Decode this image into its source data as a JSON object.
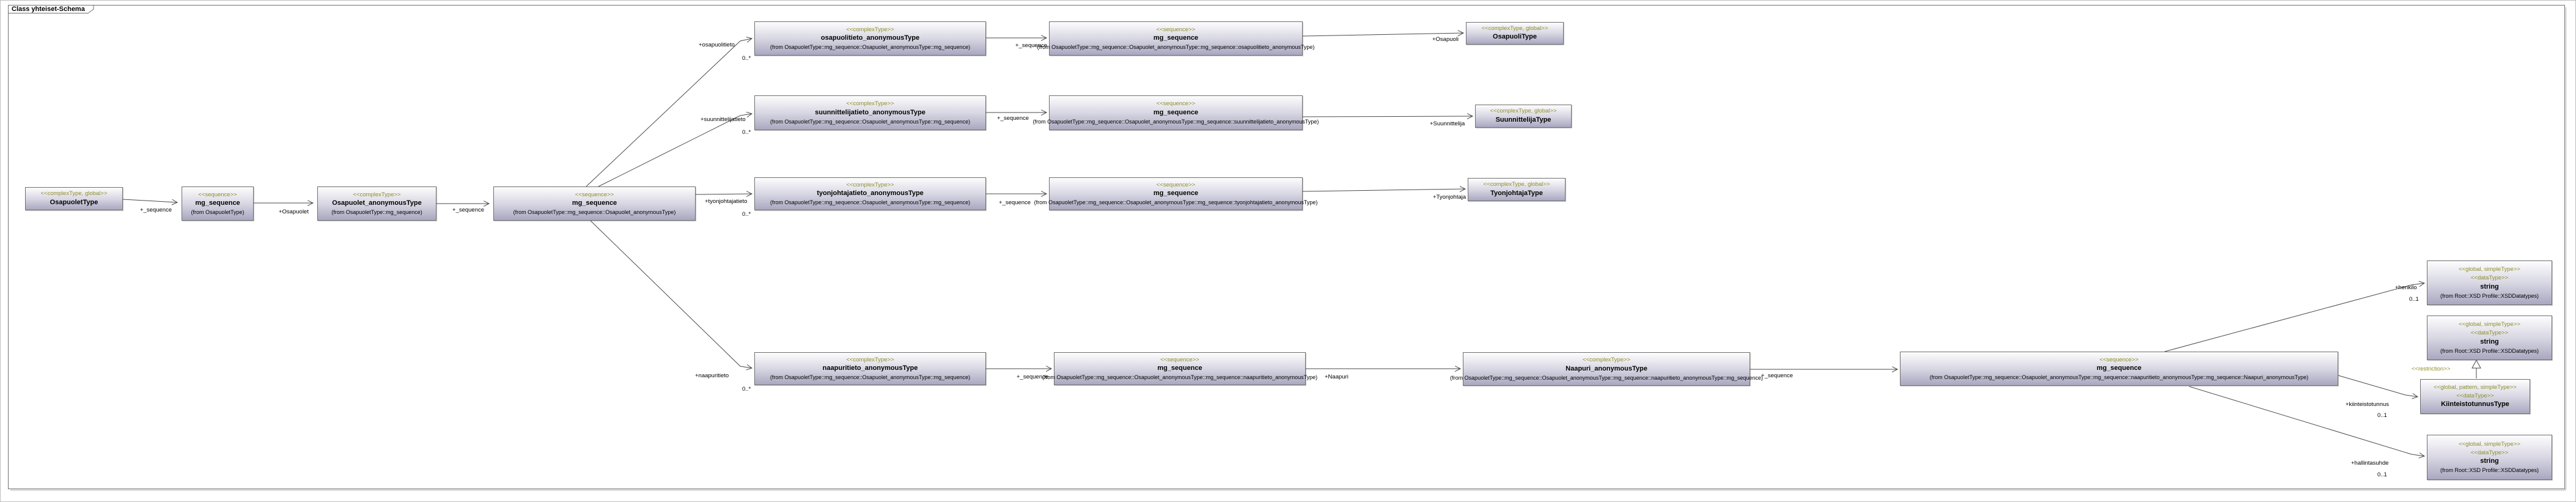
{
  "frame": {
    "title": "Class yhteiset-Schema"
  },
  "colors": {
    "stereotype_text": "#8f8f2a",
    "node_border": "#6e6e6e",
    "node_fill_top": "#fdfdfe",
    "node_fill_bottom": "#a9a7c0",
    "edge_line": "#4a4a4a",
    "frame_border": "#707070"
  },
  "nodes": {
    "osapuoletType": {
      "stereotype": "<<complexType, global>>",
      "name": "OsapuoletType"
    },
    "mgseq1": {
      "stereotype": "<<sequence>>",
      "name": "mg_sequence",
      "from": "(from OsapuoletType)"
    },
    "osapuoletAnon": {
      "stereotype": "<<complexType>>",
      "name": "Osapuolet_anonymousType",
      "from": "(from OsapuoletType::mg_sequence)"
    },
    "mgseq2": {
      "stereotype": "<<sequence>>",
      "name": "mg_sequence",
      "from": "(from OsapuoletType::mg_sequence::Osapuolet_anonymousType)"
    },
    "osapuolitietoAnon": {
      "stereotype": "<<complexType>>",
      "name": "osapuolitieto_anonymousType",
      "from": "(from OsapuoletType::mg_sequence::Osapuolet_anonymousType::mg_sequence)"
    },
    "mgseqOsapuolitieto": {
      "stereotype": "<<sequence>>",
      "name": "mg_sequence",
      "from": "(from OsapuoletType::mg_sequence::Osapuolet_anonymousType::mg_sequence::osapuolitieto_anonymousType)"
    },
    "osapuoliType": {
      "stereotype": "<<complexType, global>>",
      "name": "OsapuoliType"
    },
    "suunnittelijatietoAnon": {
      "stereotype": "<<complexType>>",
      "name": "suunnittelijatieto_anonymousType",
      "from": "(from OsapuoletType::mg_sequence::Osapuolet_anonymousType::mg_sequence)"
    },
    "mgseqSuunnittelijatieto": {
      "stereotype": "<<sequence>>",
      "name": "mg_sequence",
      "from": "(from OsapuoletType::mg_sequence::Osapuolet_anonymousType::mg_sequence::suunnittelijatieto_anonymousType)"
    },
    "suunnittelijaType": {
      "stereotype": "<<complexType, global>>",
      "name": "SuunnittelijaType"
    },
    "tyonjohtajatietoAnon": {
      "stereotype": "<<complexType>>",
      "name": "tyonjohtajatieto_anonymousType",
      "from": "(from OsapuoletType::mg_sequence::Osapuolet_anonymousType::mg_sequence)"
    },
    "mgseqTyonjohtajatieto": {
      "stereotype": "<<sequence>>",
      "name": "mg_sequence",
      "from": "(from OsapuoletType::mg_sequence::Osapuolet_anonymousType::mg_sequence::tyonjohtajatieto_anonymousType)"
    },
    "tyonjohtajaType": {
      "stereotype": "<<complexType, global>>",
      "name": "TyonjohtajaType"
    },
    "naapuritietoAnon": {
      "stereotype": "<<complexType>>",
      "name": "naapuritieto_anonymousType",
      "from": "(from OsapuoletType::mg_sequence::Osapuolet_anonymousType::mg_sequence)"
    },
    "mgseqNaapuritieto": {
      "stereotype": "<<sequence>>",
      "name": "mg_sequence",
      "from": "(from OsapuoletType::mg_sequence::Osapuolet_anonymousType::mg_sequence::naapuritieto_anonymousType)"
    },
    "naapuriAnon": {
      "stereotype": "<<complexType>>",
      "name": "Naapuri_anonymousType",
      "from": "(from OsapuoletType::mg_sequence::Osapuolet_anonymousType::mg_sequence::naapuritieto_anonymousType::mg_sequence)"
    },
    "mgseqNaapuri": {
      "stereotype": "<<sequence>>",
      "name": "mg_sequence",
      "from": "(from OsapuoletType::mg_sequence::Osapuolet_anonymousType::mg_sequence::naapuritieto_anonymousType::mg_sequence::Naapuri_anonymousType)"
    },
    "stringHenkilo": {
      "stereotype": "<<global, simpleType>>",
      "stereotype2": "<<dataType>>",
      "name": "string",
      "from": "(from Root::XSD Profile::XSDDatatypes)"
    },
    "stringBase": {
      "stereotype": "<<global, simpleType>>",
      "stereotype2": "<<dataType>>",
      "name": "string",
      "from": "(from Root::XSD Profile::XSDDatatypes)"
    },
    "kiinteistotunnusType": {
      "stereotype": "<<global, pattern, simpleType>>",
      "stereotype2": "<<dataType>>",
      "name": "KiinteistotunnusType"
    },
    "stringHallintasuhde": {
      "stereotype": "<<global, simpleType>>",
      "stereotype2": "<<dataType>>",
      "name": "string",
      "from": "(from Root::XSD Profile::XSDDatatypes)"
    }
  },
  "labels": {
    "seq1": "+_sequence",
    "osapuolet": "+Osapuolet",
    "seq2": "+_sequence",
    "osapuolitieto": "+osapuolitieto",
    "suunnittelijatieto": "+suunnittelijatieto",
    "tyonjohtajatieto": "+tyonjohtajatieto",
    "naapuritieto": "+naapuritieto",
    "seq_osapuolitieto": "+_sequence",
    "seq_suunnittelijatieto": "+_sequence",
    "seq_tyonjohtajatieto": "+_sequence",
    "seq_naapuritieto": "+_sequence",
    "osapuoli": "+Osapuoli",
    "suunnittelija": "+Suunnittelija",
    "tyonjohtaja": "+Tyonjohtaja",
    "naapuri": "+Naapuri",
    "seq_naapuri": "+_sequence",
    "henkilo": "+henkilo",
    "kiinteistotunnus": "+kiinteistotunnus",
    "hallintasuhde": "+hallintasuhde",
    "restriction": "<<restriction>>",
    "mult_many": "0..*",
    "mult_opt": "0..1"
  },
  "edges": [
    {
      "from": "OsapuoletType",
      "to": "mg_sequence (from OsapuoletType)",
      "label": "+_sequence"
    },
    {
      "from": "mg_sequence (from OsapuoletType)",
      "to": "Osapuolet_anonymousType",
      "label": "+Osapuolet"
    },
    {
      "from": "Osapuolet_anonymousType",
      "to": "mg_sequence (from Osapuolet_anonymousType)",
      "label": "+_sequence"
    },
    {
      "from": "mg_sequence (from Osapuolet_anonymousType)",
      "to": "osapuolitieto_anonymousType",
      "label": "+osapuolitieto",
      "multiplicity": "0..*"
    },
    {
      "from": "mg_sequence (from Osapuolet_anonymousType)",
      "to": "suunnittelijatieto_anonymousType",
      "label": "+suunnittelijatieto",
      "multiplicity": "0..*"
    },
    {
      "from": "mg_sequence (from Osapuolet_anonymousType)",
      "to": "tyonjohtajatieto_anonymousType",
      "label": "+tyonjohtajatieto",
      "multiplicity": "0..*"
    },
    {
      "from": "mg_sequence (from Osapuolet_anonymousType)",
      "to": "naapuritieto_anonymousType",
      "label": "+naapuritieto",
      "multiplicity": "0..*"
    },
    {
      "from": "osapuolitieto_anonymousType",
      "to": "mg_sequence (from osapuolitieto_anonymousType)",
      "label": "+_sequence"
    },
    {
      "from": "suunnittelijatieto_anonymousType",
      "to": "mg_sequence (from suunnittelijatieto_anonymousType)",
      "label": "+_sequence"
    },
    {
      "from": "tyonjohtajatieto_anonymousType",
      "to": "mg_sequence (from tyonjohtajatieto_anonymousType)",
      "label": "+_sequence"
    },
    {
      "from": "naapuritieto_anonymousType",
      "to": "mg_sequence (from naapuritieto_anonymousType)",
      "label": "+_sequence"
    },
    {
      "from": "mg_sequence (from osapuolitieto_anonymousType)",
      "to": "OsapuoliType",
      "label": "+Osapuoli"
    },
    {
      "from": "mg_sequence (from suunnittelijatieto_anonymousType)",
      "to": "SuunnittelijaType",
      "label": "+Suunnittelija"
    },
    {
      "from": "mg_sequence (from tyonjohtajatieto_anonymousType)",
      "to": "TyonjohtajaType",
      "label": "+Tyonjohtaja"
    },
    {
      "from": "mg_sequence (from naapuritieto_anonymousType)",
      "to": "Naapuri_anonymousType",
      "label": "+Naapuri"
    },
    {
      "from": "Naapuri_anonymousType",
      "to": "mg_sequence (from Naapuri_anonymousType)",
      "label": "+_sequence"
    },
    {
      "from": "mg_sequence (from Naapuri_anonymousType)",
      "to": "string",
      "label": "+henkilo",
      "multiplicity": "0..1"
    },
    {
      "from": "mg_sequence (from Naapuri_anonymousType)",
      "to": "KiinteistotunnusType",
      "label": "+kiinteistotunnus",
      "multiplicity": "0..1"
    },
    {
      "from": "mg_sequence (from Naapuri_anonymousType)",
      "to": "string",
      "label": "+hallintasuhde",
      "multiplicity": "0..1"
    },
    {
      "from": "KiinteistotunnusType",
      "to": "string",
      "label": "<<restriction>>",
      "kind": "generalization"
    }
  ]
}
